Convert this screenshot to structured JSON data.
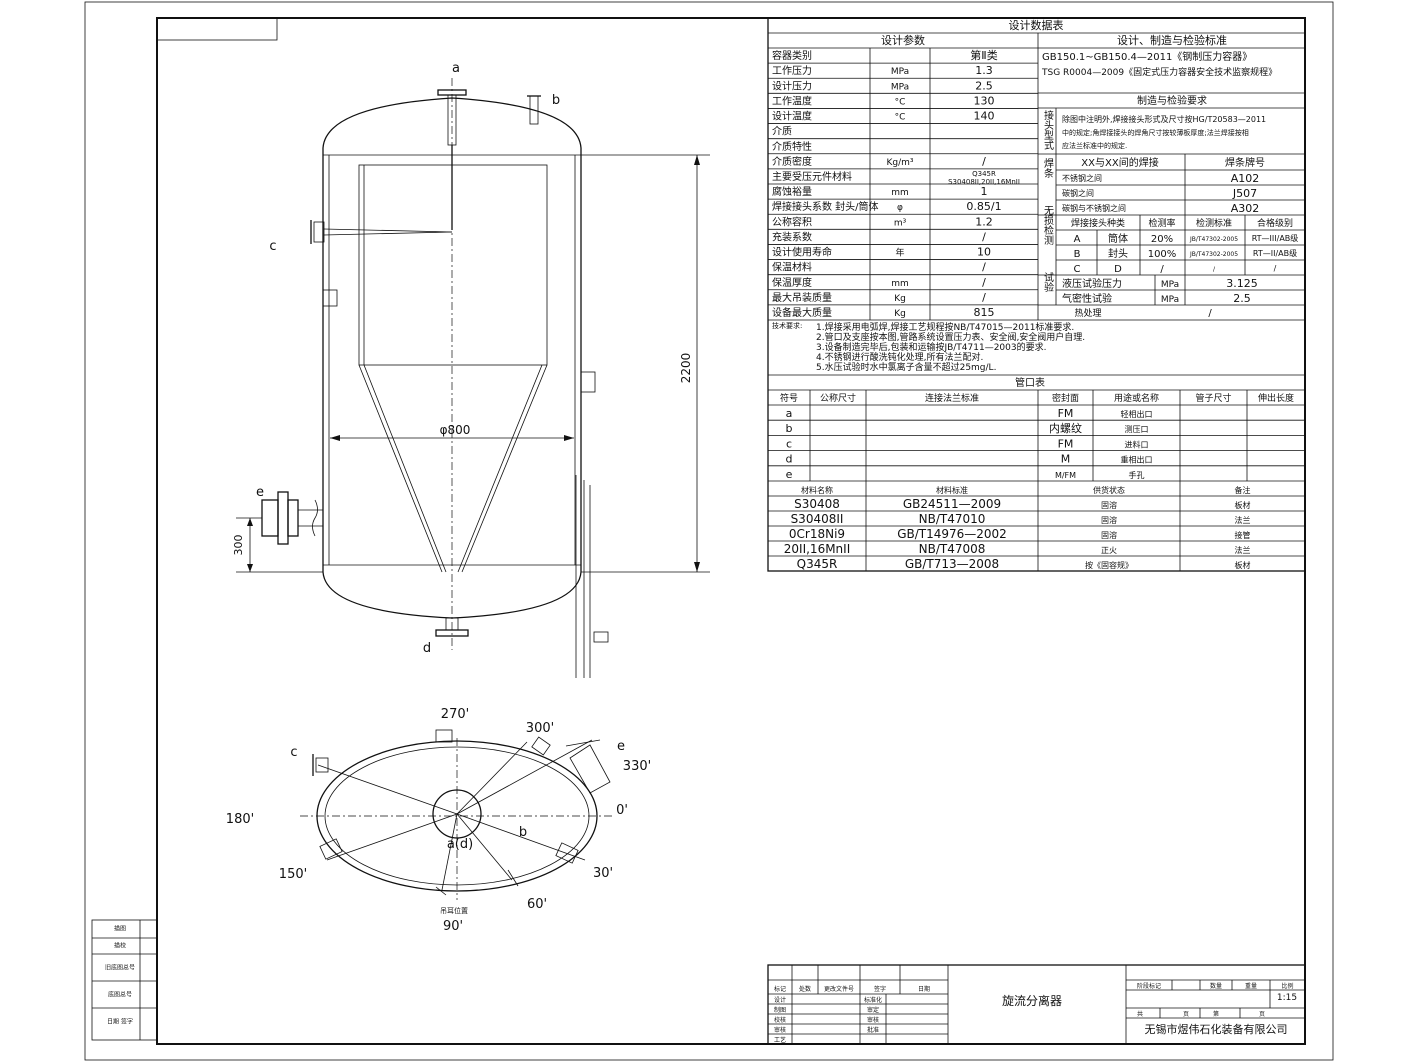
{
  "elevation": {
    "nozzle_a": "a",
    "nozzle_b": "b",
    "nozzle_c": "c",
    "nozzle_d": "d",
    "nozzle_e": "e",
    "dim_height": "2200",
    "dim_diameter": "φ800",
    "dim_300": "300"
  },
  "plan": {
    "angle_270": "270'",
    "angle_300": "300'",
    "angle_330": "330'",
    "angle_0": "0'",
    "angle_30": "30'",
    "angle_60": "60'",
    "angle_90": "90'",
    "angle_150": "150'",
    "angle_180": "180'",
    "label_c": "c",
    "label_e": "e",
    "label_b": "b",
    "label_ad": "a(d)",
    "lug_label": "吊耳位置"
  },
  "design_table": {
    "title": "设计数据表",
    "param_header": "设计参数",
    "std_header": "设计、制造与检验标准",
    "rows": [
      {
        "name": "容器类别",
        "unit": "",
        "value": "第Ⅱ类"
      },
      {
        "name": "工作压力",
        "unit": "MPa",
        "value": "1.3"
      },
      {
        "name": "设计压力",
        "unit": "MPa",
        "value": "2.5"
      },
      {
        "name": "工作温度",
        "unit": "°C",
        "value": "130"
      },
      {
        "name": "设计温度",
        "unit": "°C",
        "value": "140"
      },
      {
        "name": "介质",
        "unit": "",
        "value": ""
      },
      {
        "name": "介质特性",
        "unit": "",
        "value": ""
      },
      {
        "name": "介质密度",
        "unit": "Kg/m³",
        "value": "/"
      },
      {
        "name": "主要受压元件材料",
        "unit": "",
        "value": "Q345R\nS30408II,20II,16MnII"
      },
      {
        "name": "腐蚀裕量",
        "unit": "mm",
        "value": "1"
      },
      {
        "name": "焊接接头系数 封头/筒体",
        "unit": "φ",
        "value": "0.85/1"
      },
      {
        "name": "公称容积",
        "unit": "m³",
        "value": "1.2"
      },
      {
        "name": "充装系数",
        "unit": "",
        "value": "/"
      },
      {
        "name": "设计使用寿命",
        "unit": "年",
        "value": "10"
      },
      {
        "name": "保温材料",
        "unit": "",
        "value": "/"
      },
      {
        "name": "保温厚度",
        "unit": "mm",
        "value": "/"
      },
      {
        "name": "最大吊装质量",
        "unit": "Kg",
        "value": "/"
      },
      {
        "name": "设备最大质量",
        "unit": "Kg",
        "value": "815"
      }
    ],
    "std_line1": "GB150.1~GB150.4—2011《钢制压力容器》",
    "std_line2": "TSG R0004—2009《固定式压力容器安全技术监察规程》",
    "mfg_header": "制造与检验要求",
    "joint_label": "接头型式",
    "joint_text1": "除图中注明外,焊接接头形式及尺寸按HG/T20583—2011",
    "joint_text2": "中的规定;角焊接接头的焊角尺寸按较薄板厚度;法兰焊接按相",
    "joint_text3": "应法兰标准中的规定.",
    "weld_label": "焊条",
    "weld_head1": "XX与XX间的焊接",
    "weld_head2": "焊条牌号",
    "weld_rows": [
      {
        "pair": "不锈钢之间",
        "rod": "A102"
      },
      {
        "pair": "碳钢之间",
        "rod": "J507"
      },
      {
        "pair": "碳钢与不锈钢之间",
        "rod": "A302"
      }
    ],
    "ndt_label": "无损检测",
    "ndt_headers": [
      "焊接接头种类",
      "检测率",
      "检测标准",
      "合格级别"
    ],
    "ndt_rows": [
      {
        "type": "A",
        "part": "筒体",
        "rate": "20%",
        "std": "JB/T47302-2005",
        "grade": "RT—III/AB级"
      },
      {
        "type": "B",
        "part": "封头",
        "rate": "100%",
        "std": "JB/T47302-2005",
        "grade": "RT—II/AB级"
      },
      {
        "type": "C",
        "part": "D",
        "rate": "/",
        "std": "/",
        "grade": "/"
      }
    ],
    "test_label": "试验",
    "test_rows": [
      {
        "name": "液压试验压力",
        "unit": "MPa",
        "value": "3.125"
      },
      {
        "name": "气密性试验",
        "unit": "MPa",
        "value": "2.5"
      }
    ],
    "heat_label": "热处理",
    "heat_value": "/",
    "tech_label": "技术要求:",
    "tech_reqs": [
      "1.焊接采用电弧焊,焊接工艺规程按NB/T47015—2011标准要求.",
      "2.管口及支座按本图,管路系统设置压力表、安全阀,安全阀用户自理.",
      "3.设备制造完毕后,包装和运输按JB/T4711—2003的要求.",
      "4.不锈钢进行酸洗钝化处理,所有法兰配对.",
      "5.水压试验时水中氯离子含量不超过25mg/L."
    ]
  },
  "nozzle_table": {
    "title": "管口表",
    "headers": [
      "符号",
      "公称尺寸",
      "连接法兰标准",
      "密封面",
      "用途或名称",
      "管子尺寸",
      "伸出长度"
    ],
    "rows": [
      {
        "sym": "a",
        "size": "",
        "std": "",
        "face": "FM",
        "use": "轻相出口",
        "pipe": "",
        "len": ""
      },
      {
        "sym": "b",
        "size": "",
        "std": "",
        "face": "内螺纹",
        "use": "测压口",
        "pipe": "",
        "len": ""
      },
      {
        "sym": "c",
        "size": "",
        "std": "",
        "face": "FM",
        "use": "进料口",
        "pipe": "",
        "len": ""
      },
      {
        "sym": "d",
        "size": "",
        "std": "",
        "face": "M",
        "use": "重相出口",
        "pipe": "",
        "len": ""
      },
      {
        "sym": "e",
        "size": "",
        "std": "",
        "face": "M/FM",
        "use": "手孔",
        "pipe": "",
        "len": ""
      }
    ]
  },
  "material_table": {
    "headers": [
      "材料名称",
      "材料标准",
      "供货状态",
      "备注"
    ],
    "rows": [
      {
        "name": "S30408",
        "std": "GB24511—2009",
        "state": "固溶",
        "note": "板材"
      },
      {
        "name": "S30408II",
        "std": "NB/T47010",
        "state": "固溶",
        "note": "法兰"
      },
      {
        "name": "0Cr18Ni9",
        "std": "GB/T14976—2002",
        "state": "固溶",
        "note": "接管"
      },
      {
        "name": "20II,16MnII",
        "std": "NB/T47008",
        "state": "正火",
        "note": "法兰"
      },
      {
        "name": "Q345R",
        "std": "GB/T713—2008",
        "state": "按《固容规》",
        "note": "板材"
      }
    ]
  },
  "title_block": {
    "rev_headers": [
      "标记",
      "处数",
      "更改文件号",
      "签字",
      "日期"
    ],
    "roles_left": [
      "设计",
      "制图",
      "校核",
      "审核",
      "工艺"
    ],
    "roles_right": [
      "标准化",
      "审定",
      "审核",
      "批准",
      ""
    ],
    "drawing_name": "旋流分离器",
    "stage_headers": [
      "阶段标记",
      "数量",
      "重量",
      "比例"
    ],
    "scale": "1:15",
    "sheet_labels": [
      "共",
      "页",
      "第",
      "页"
    ],
    "company": "无锡市煜伟石化装备有限公司"
  },
  "left_strip": {
    "labels": [
      "描图",
      "描校",
      "旧底图总号",
      "底图总号",
      "日期  签字"
    ]
  }
}
